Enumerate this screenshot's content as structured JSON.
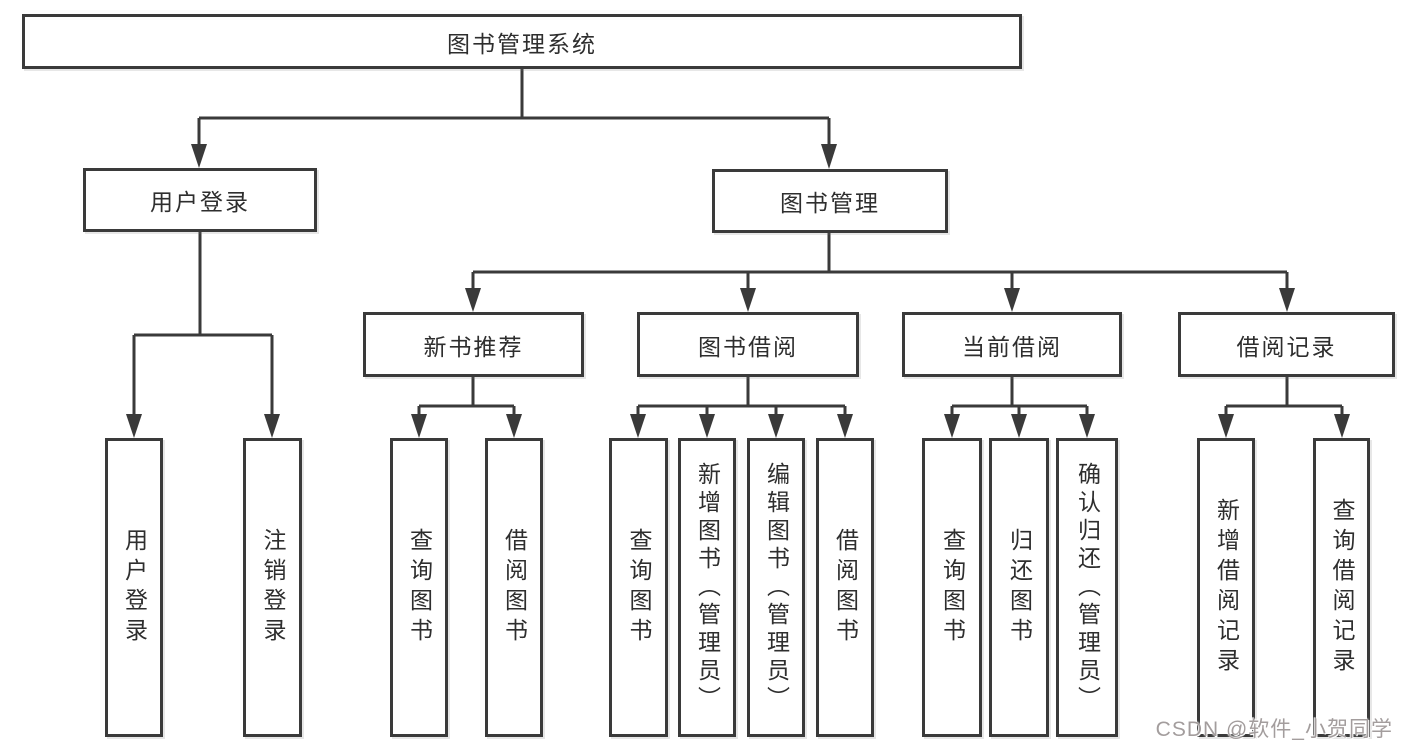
{
  "diagram": {
    "type": "tree",
    "colors": {
      "line": "#3a3a3a",
      "box_border": "#3a3a3a",
      "text": "#2e2e2e",
      "background": "#ffffff",
      "watermark_text": "#a39d9d"
    },
    "nodes": {
      "root": "图书管理系统",
      "user_login": "用户登录",
      "book_mgmt": "图书管理",
      "new_book_rec": "新书推荐",
      "book_borrow": "图书借阅",
      "current_borrow": "当前借阅",
      "borrow_records": "借阅记录",
      "leaf_user_login": "用户登录",
      "leaf_logout": "注销登录",
      "leaf_query_book_1": "查询图书",
      "leaf_borrow_book_1": "借阅图书",
      "leaf_query_book_2": "查询图书",
      "leaf_add_book": "新增图书（管理员）",
      "leaf_edit_book": "编辑图书（管理员）",
      "leaf_borrow_book_2": "借阅图书",
      "leaf_query_book_3": "查询图书",
      "leaf_return_book": "归还图书",
      "leaf_confirm_return": "确认归还（管理员）",
      "leaf_add_record": "新增借阅记录",
      "leaf_query_record": "查询借阅记录"
    },
    "edges": [
      [
        "root",
        "user_login"
      ],
      [
        "root",
        "book_mgmt"
      ],
      [
        "user_login",
        "leaf_user_login"
      ],
      [
        "user_login",
        "leaf_logout"
      ],
      [
        "book_mgmt",
        "new_book_rec"
      ],
      [
        "book_mgmt",
        "book_borrow"
      ],
      [
        "book_mgmt",
        "current_borrow"
      ],
      [
        "book_mgmt",
        "borrow_records"
      ],
      [
        "new_book_rec",
        "leaf_query_book_1"
      ],
      [
        "new_book_rec",
        "leaf_borrow_book_1"
      ],
      [
        "book_borrow",
        "leaf_query_book_2"
      ],
      [
        "book_borrow",
        "leaf_add_book"
      ],
      [
        "book_borrow",
        "leaf_edit_book"
      ],
      [
        "book_borrow",
        "leaf_borrow_book_2"
      ],
      [
        "current_borrow",
        "leaf_query_book_3"
      ],
      [
        "current_borrow",
        "leaf_return_book"
      ],
      [
        "current_borrow",
        "leaf_confirm_return"
      ],
      [
        "borrow_records",
        "leaf_add_record"
      ],
      [
        "borrow_records",
        "leaf_query_record"
      ]
    ]
  },
  "watermark": "CSDN @软件_小贺同学"
}
